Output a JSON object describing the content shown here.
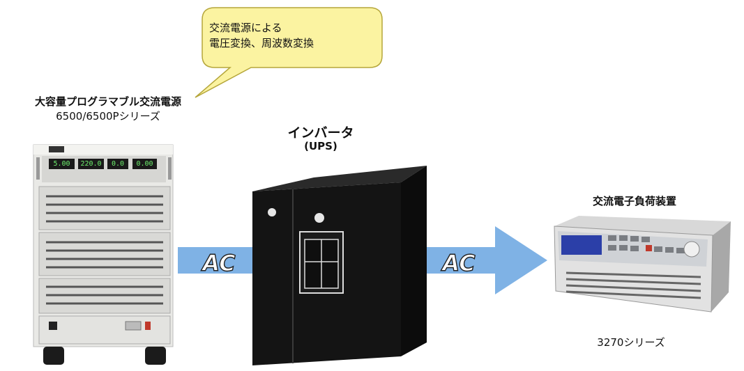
{
  "callout": {
    "line1": "交流電源による",
    "line2": "電圧変換、周波数変換"
  },
  "source_device": {
    "name": "大容量プログラマブル交流電源",
    "series": "6500/6500Pシリーズ",
    "display_values": [
      "5.00",
      "220.0",
      "0.0",
      "0.00"
    ]
  },
  "inverter": {
    "name": "インバータ",
    "sub": "(UPS)"
  },
  "load_device": {
    "name": "交流電子負荷装置",
    "series": "3270シリーズ"
  },
  "arrows": {
    "left_label": "AC",
    "right_label": "AC"
  },
  "colors": {
    "arrow": "#7fb2e5",
    "callout_fill": "#fbf3a1",
    "callout_stroke": "#b5a63a",
    "inverter_body": "#111111",
    "display_green": "#6ef06e"
  }
}
